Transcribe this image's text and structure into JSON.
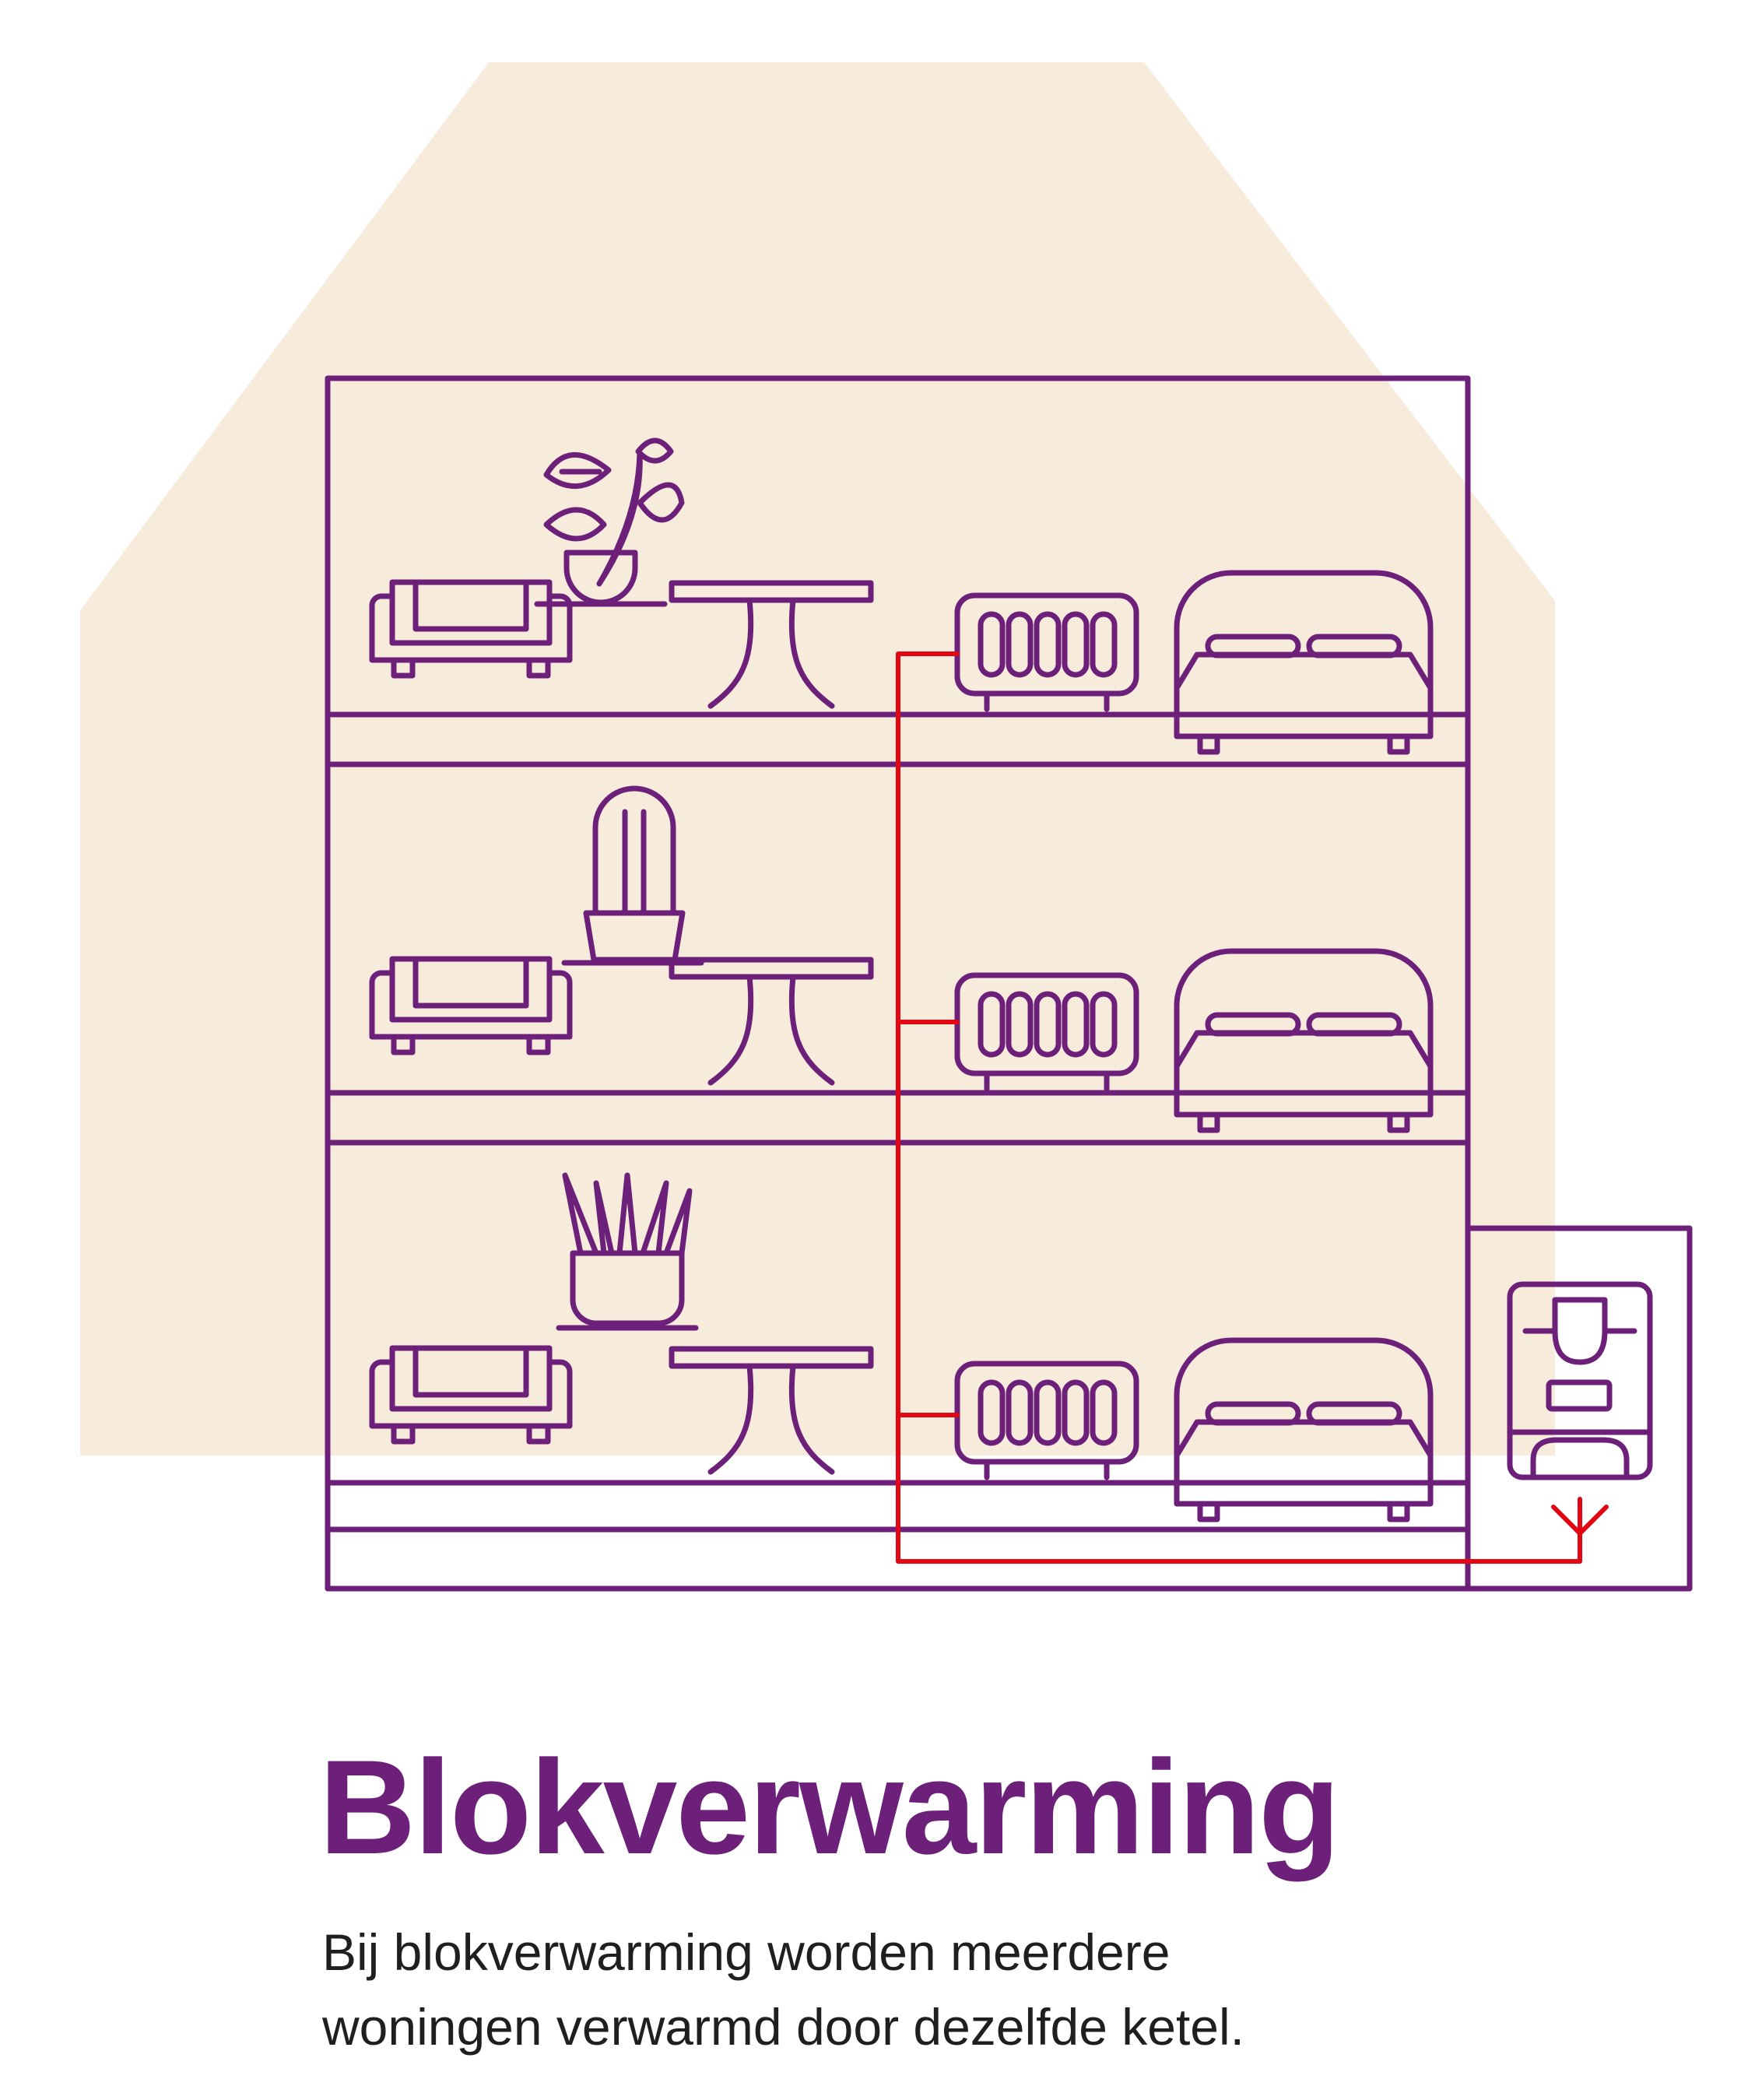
{
  "colors": {
    "purple": "#6c2079",
    "pipe_red": "#e30613",
    "house_fill": "#f7ecdc",
    "text_dark": "#1f1f1f"
  },
  "title": "Blokverwarming",
  "description": {
    "line1": "Bij blokverwarming worden meerdere",
    "line2": "woningen verwarmd door dezelfde ketel."
  },
  "icons": [
    "house-silhouette",
    "plant-icon",
    "cactus-icon",
    "grass-plant-icon",
    "armchair-icon",
    "table-icon",
    "radiator-icon",
    "bed-icon",
    "boiler-icon",
    "hot-water-pipe",
    "flow-arrow-icon"
  ]
}
